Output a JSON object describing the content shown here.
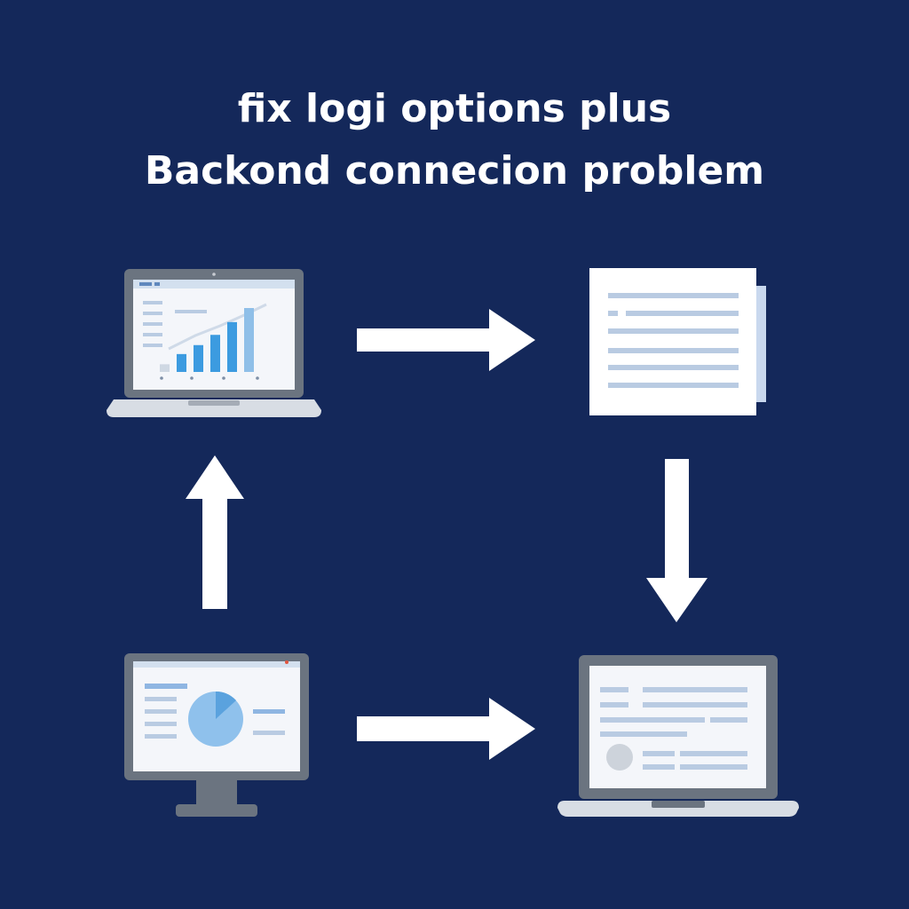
{
  "title": {
    "line1": "fix logi options plus",
    "line2": "Backond connecion problem"
  },
  "colors": {
    "background": "#14285a",
    "arrow": "#ffffff",
    "device_frame": "#6b7480",
    "screen": "#f4f6fa",
    "accent_blue": "#4fa6e0",
    "line_blue": "#b9cbe2",
    "document": "#ffffff"
  },
  "nodes": [
    {
      "id": "laptop-dashboard",
      "icon": "laptop-bar-chart-icon"
    },
    {
      "id": "document",
      "icon": "document-icon"
    },
    {
      "id": "laptop-list",
      "icon": "laptop-list-icon"
    },
    {
      "id": "monitor-pie",
      "icon": "monitor-pie-chart-icon"
    }
  ],
  "flows": [
    {
      "from": "laptop-dashboard",
      "to": "document",
      "direction": "right"
    },
    {
      "from": "document",
      "to": "laptop-list",
      "direction": "down"
    },
    {
      "from": "monitor-pie",
      "to": "laptop-list",
      "direction": "right"
    },
    {
      "from": "monitor-pie",
      "to": "laptop-dashboard",
      "direction": "up"
    }
  ],
  "bar_chart_levels": [
    0.12,
    0.28,
    0.42,
    0.58,
    0.78,
    1.0
  ]
}
